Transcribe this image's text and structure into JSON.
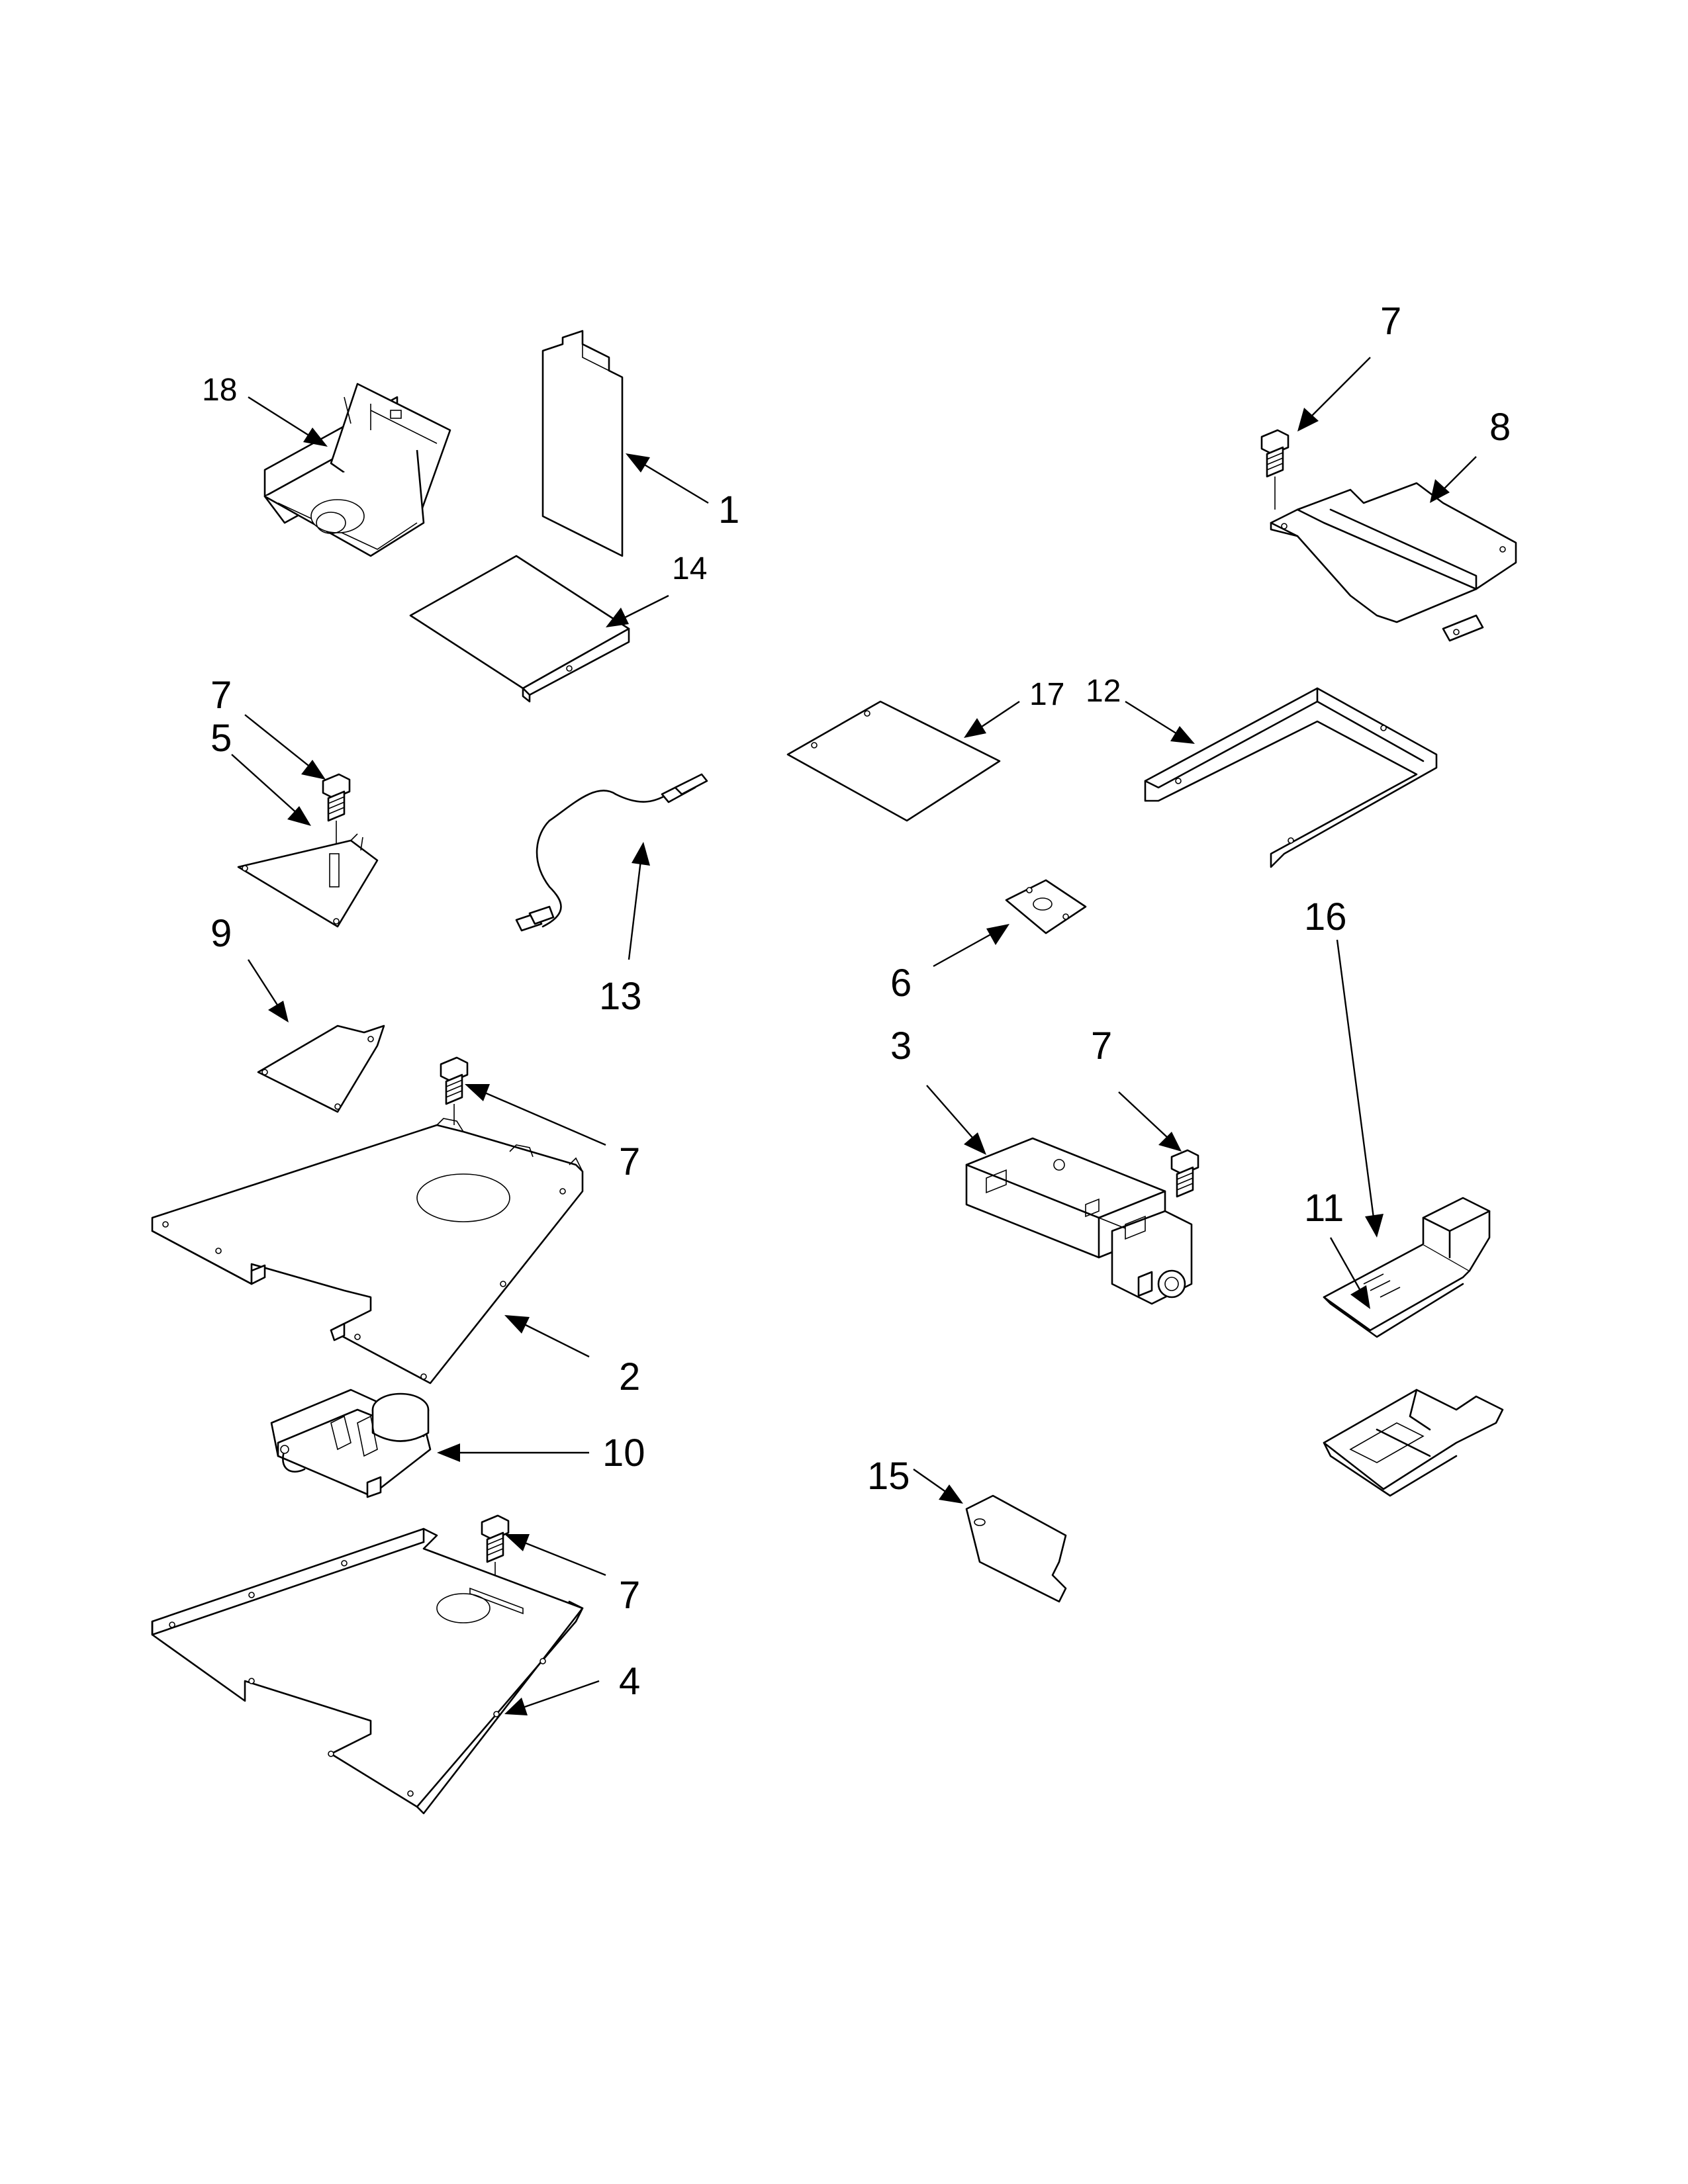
{
  "callouts": {
    "c1": "1",
    "c2": "2",
    "c3": "3",
    "c4": "4",
    "c5": "5",
    "c6": "6",
    "c7a": "7",
    "c7b": "7",
    "c7c": "7",
    "c7d": "7",
    "c7e": "7",
    "c8": "8",
    "c9": "9",
    "c10": "10",
    "c11": "11",
    "c12": "12",
    "c13": "13",
    "c14": "14",
    "c15": "15",
    "c16": "16",
    "c17": "17",
    "c18": "18"
  }
}
